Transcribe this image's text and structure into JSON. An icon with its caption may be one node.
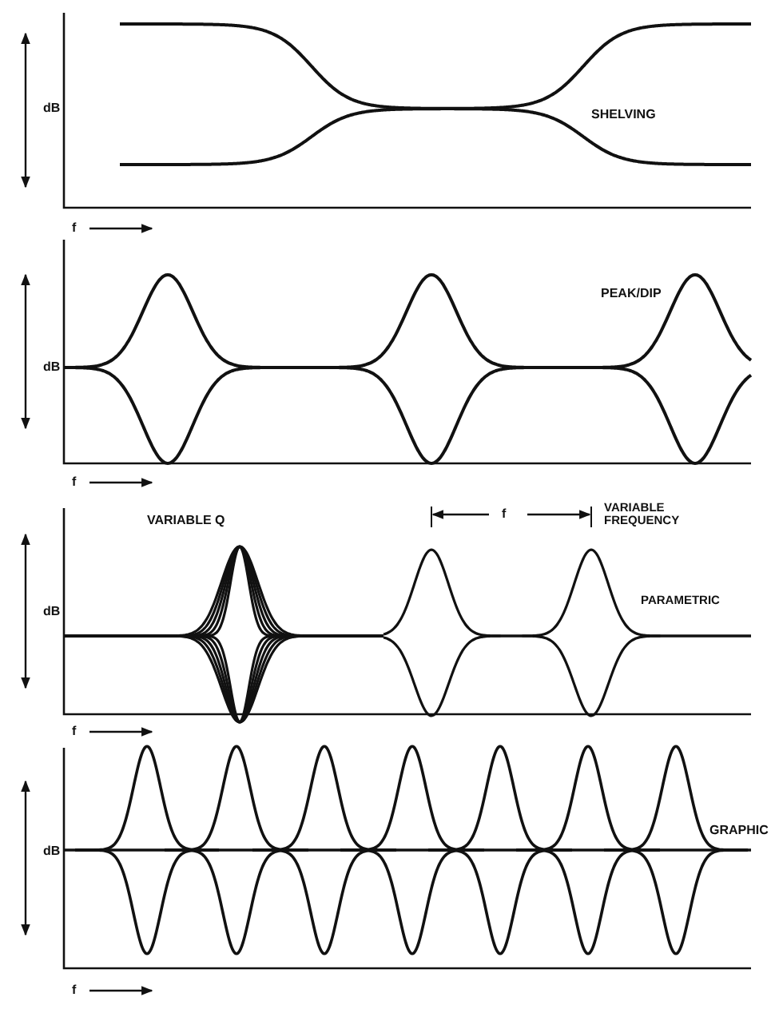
{
  "diagram": {
    "labels": [
      "dB",
      "SHELVING",
      "f",
      "PEAK/DIP",
      "dB",
      "f",
      "VARIABLE Q",
      "f",
      "VARIABLE FREQUENCY",
      "PARAMETRIC",
      "dB",
      "f",
      "dB",
      "GRAPHIC",
      "f"
    ]
  }
}
